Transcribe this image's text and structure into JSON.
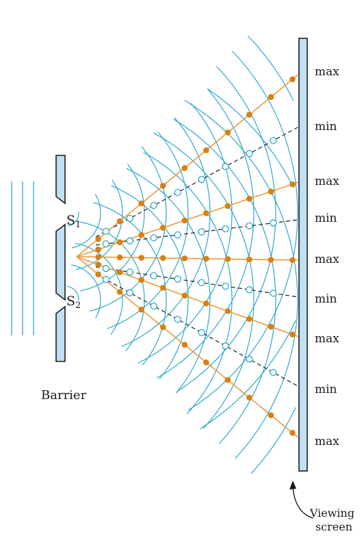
{
  "diagram": {
    "labels": {
      "slit_top": "S",
      "slit_top_sub": "1",
      "slit_bottom": "S",
      "slit_bottom_sub": "2",
      "barrier": "Barrier",
      "screen_line1": "Viewing",
      "screen_line2": "screen"
    },
    "fringes": [
      "max",
      "min",
      "max",
      "min",
      "max",
      "min",
      "max",
      "min",
      "max"
    ],
    "colors": {
      "wave": "#2aa6cf",
      "barrier_fill": "#bfe0f3",
      "barrier_stroke": "#1a1a1a",
      "max_line": "#e79a3c",
      "max_dot": "#d9800f",
      "min_line": "#1a1a1a",
      "min_dot": "#2aa6cf"
    }
  }
}
